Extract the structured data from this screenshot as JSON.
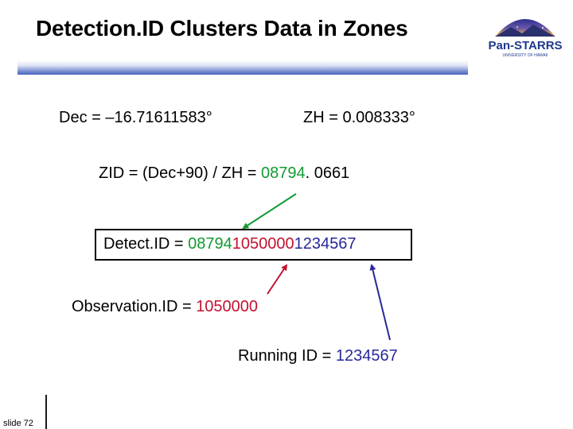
{
  "title": "Detection.ID Clusters Data in Zones",
  "logo": {
    "text": "Pan-STARRS",
    "subtext": "UNIVERSITY OF HAWAII"
  },
  "dec": {
    "label": "Dec = ",
    "value": "–16.71611583°"
  },
  "zh": {
    "label": "ZH = ",
    "value": "0.008333°"
  },
  "zid": {
    "prefix": "ZID = (Dec+90) / ZH = ",
    "green_part": "08794",
    "rest": ". 0661"
  },
  "detect": {
    "label": "Detect.ID = ",
    "green_part": "08794",
    "red_part": "1050000",
    "blue_part": "1234567"
  },
  "observation": {
    "label": "Observation.ID = ",
    "value": "1050000"
  },
  "running": {
    "label": "Running ID = ",
    "value": "1234567"
  },
  "footer": {
    "slide": "slide 72"
  },
  "colors": {
    "green": "#119a33",
    "red": "#c4112f",
    "blue": "#27289a",
    "rule": "#4a64bf"
  }
}
